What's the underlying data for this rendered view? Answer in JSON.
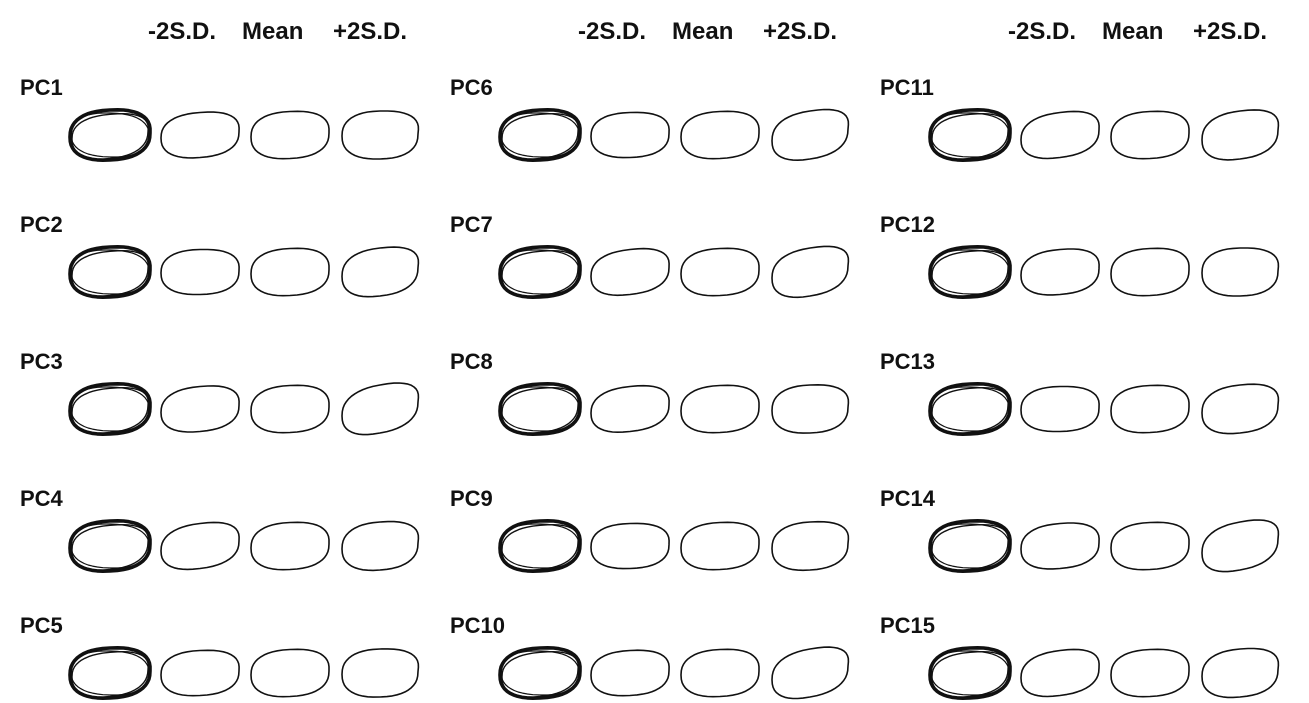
{
  "column_headers": {
    "minus": "-2S.D.",
    "mean": "Mean",
    "plus": "+2S.D."
  },
  "components": [
    "PC1",
    "PC2",
    "PC3",
    "PC4",
    "PC5",
    "PC6",
    "PC7",
    "PC8",
    "PC9",
    "PC10",
    "PC11",
    "PC12",
    "PC13",
    "PC14",
    "PC15"
  ],
  "line_color": "#111111"
}
